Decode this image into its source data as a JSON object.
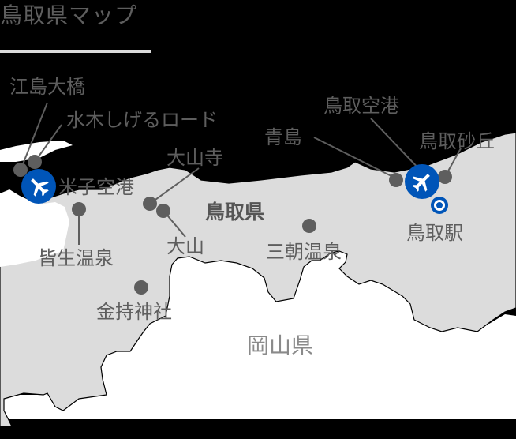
{
  "title": "鳥取県マップ",
  "colors": {
    "background": "#000000",
    "tottori_land": "#dcdcdc",
    "okayama_land": "#ffffff",
    "marker": "#5e5e5e",
    "airport": "#0055b8",
    "label": "#5e5e5e",
    "outside_label": "#8a8a8a"
  },
  "prefecture_label": "鳥取県",
  "neighbor_label": "岡山県",
  "places": [
    {
      "name": "江島大橋",
      "type": "spot"
    },
    {
      "name": "水木しげるロード",
      "type": "spot"
    },
    {
      "name": "米子空港",
      "type": "airport"
    },
    {
      "name": "大山寺",
      "type": "spot"
    },
    {
      "name": "皆生温泉",
      "type": "spot"
    },
    {
      "name": "大山",
      "type": "spot"
    },
    {
      "name": "金持神社",
      "type": "spot"
    },
    {
      "name": "三朝温泉",
      "type": "spot"
    },
    {
      "name": "青島",
      "type": "spot"
    },
    {
      "name": "鳥取空港",
      "type": "airport"
    },
    {
      "name": "鳥取砂丘",
      "type": "spot"
    },
    {
      "name": "鳥取駅",
      "type": "station"
    }
  ]
}
